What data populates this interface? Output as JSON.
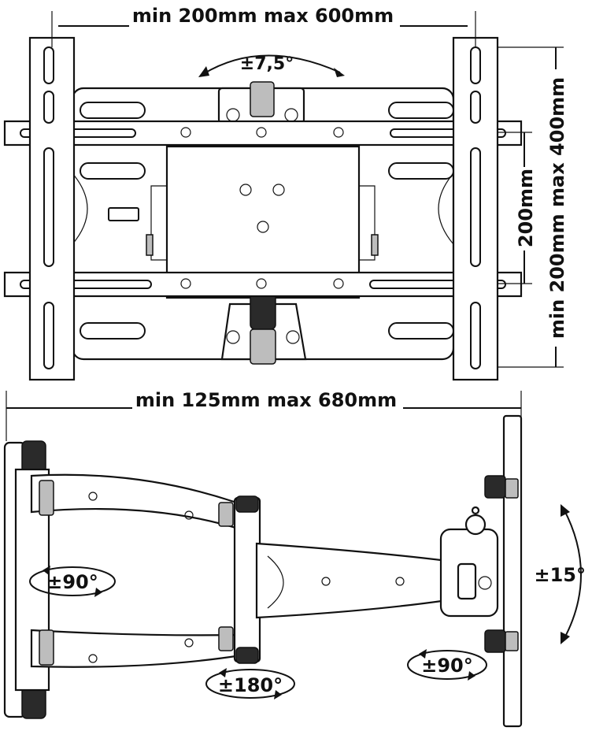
{
  "front_view": {
    "width_label": "min 200mm max 600mm",
    "tilt_label": "±7,5°",
    "height_inner_label": "200mm",
    "height_outer_label": "min 200mm max 400mm"
  },
  "side_view": {
    "extension_label": "min 125mm max 680mm",
    "wall_swivel_label": "±90°",
    "mid_swivel_label": "±180°",
    "tv_swivel_label": "±90°",
    "rotation_label": "±15°"
  }
}
